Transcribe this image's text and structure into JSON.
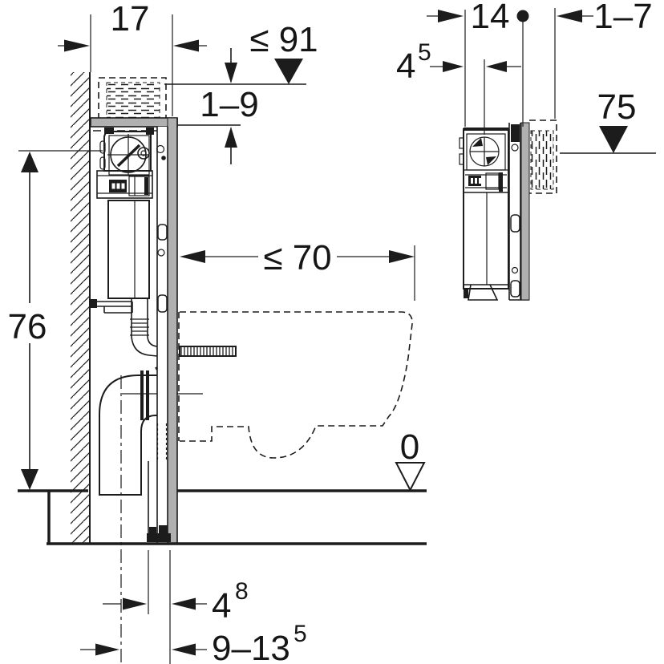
{
  "colors": {
    "line": "#1c1c1c",
    "gray": "#b0b0b0",
    "background": "#ffffff"
  },
  "dims": {
    "front": {
      "width": "17",
      "top_max": "≤ 91",
      "top_range": "1–9",
      "height": "76",
      "depth_max": "≤ 70",
      "floor_level": "0",
      "drain_offset": {
        "main": "4",
        "sup": "8"
      },
      "drain_range": {
        "main": "9–13",
        "sup": "5"
      }
    },
    "side": {
      "depth": "14",
      "finish_range": "1–7",
      "supply_offset": {
        "main": "4",
        "sup": "5"
      },
      "level_height": "75"
    }
  }
}
